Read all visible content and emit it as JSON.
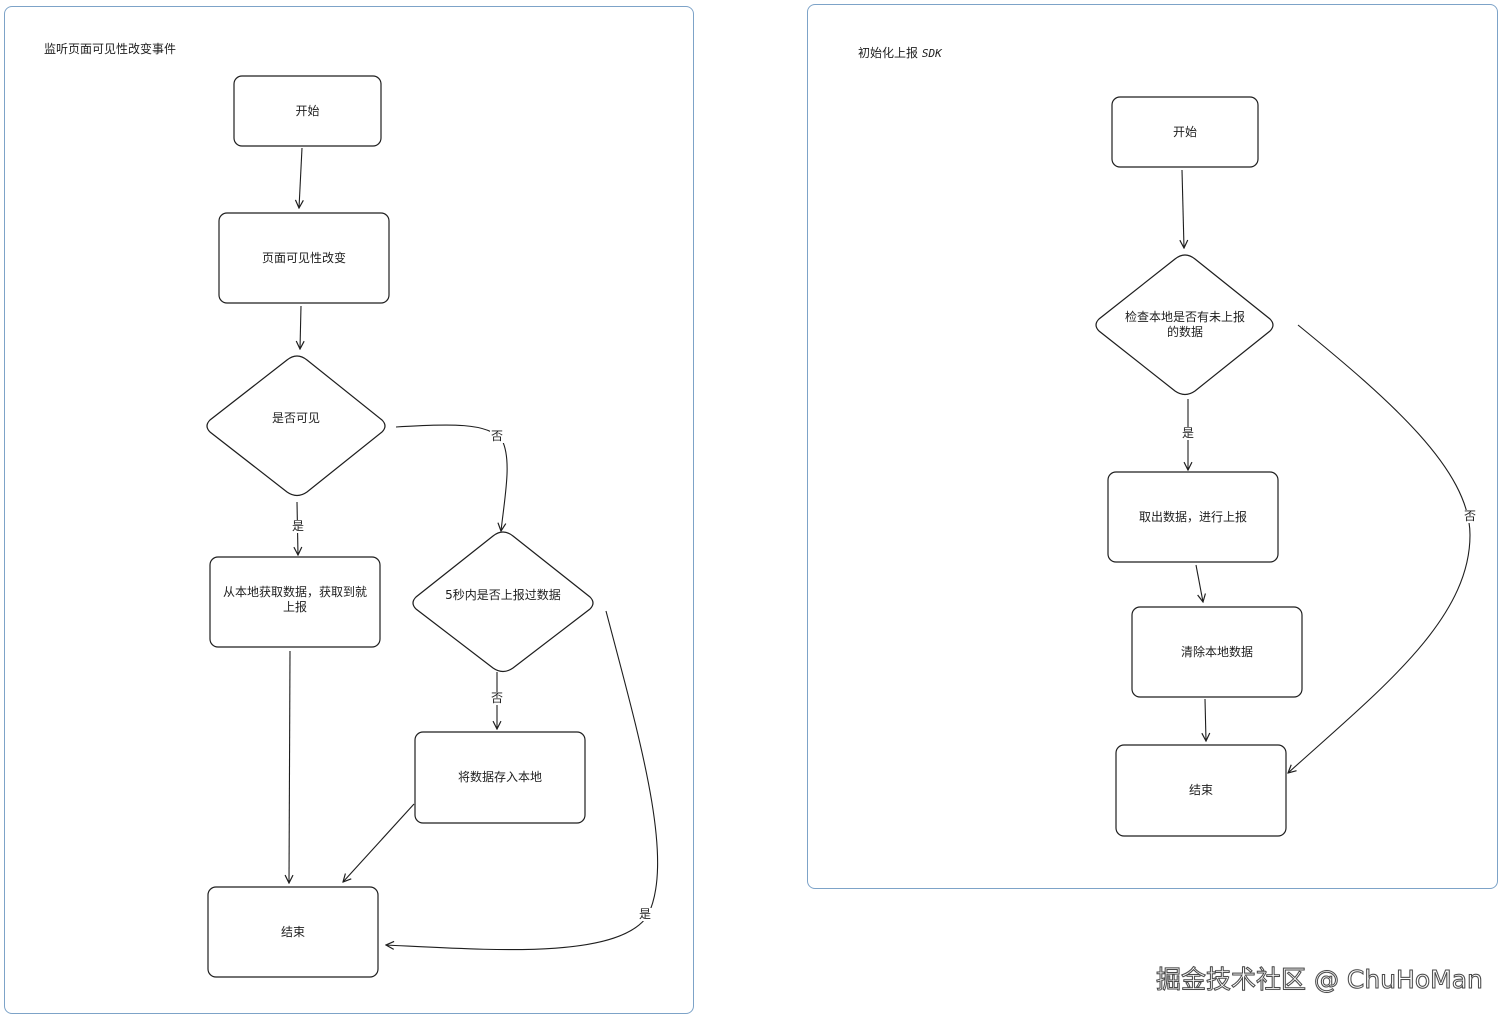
{
  "left_flow": {
    "title": "监听页面可见性改变事件",
    "nodes": {
      "start": "开始",
      "visibility_change": "页面可见性改变",
      "is_visible": "是否可见",
      "read_local": "从本地获取数据，获取到就上报",
      "reported_in_5s": "5秒内是否上报过数据",
      "save_local": "将数据存入本地",
      "end": "结束"
    },
    "edge_labels": {
      "visible_yes": "是",
      "visible_no": "否",
      "reported_no": "否",
      "reported_yes": "是"
    }
  },
  "right_flow": {
    "title": "初始化上报",
    "title_suffix": "SDK",
    "nodes": {
      "start": "开始",
      "check_local": "检查本地是否有未上报的数据",
      "report": "取出数据，进行上报",
      "clear_local": "清除本地数据",
      "end": "结束"
    },
    "edge_labels": {
      "check_yes": "是",
      "check_no": "否"
    }
  },
  "watermark": "掘金技术社区 @ ChuHoMan",
  "colors": {
    "stroke": "#1e1e1e",
    "frame": "#7da3c8",
    "background": "#ffffff"
  }
}
